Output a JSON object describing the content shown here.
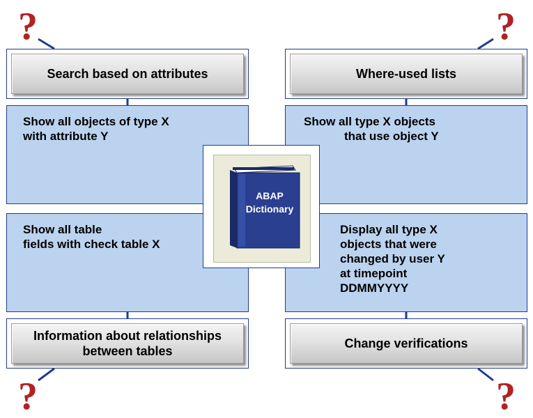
{
  "diagram": {
    "top_left": {
      "header": "Search based on attributes",
      "body": [
        "Show all objects of type X",
        "with attribute Y"
      ]
    },
    "top_right": {
      "header": "Where-used lists",
      "body": [
        "Show all type X objects",
        "that use object Y"
      ]
    },
    "bottom_left": {
      "header_lines": [
        "Information about relationships",
        "between tables"
      ],
      "body": [
        "Show all table",
        "fields with check table X"
      ]
    },
    "bottom_right": {
      "header": "Change verifications",
      "body": [
        "Display all type X",
        "objects that were",
        "changed by user Y",
        "at timepoint",
        "DDMMYYYY"
      ]
    },
    "center": {
      "book_lines": [
        "ABAP",
        "Dictionary"
      ]
    },
    "question_mark": "?"
  },
  "colors": {
    "body_fill": "#bcd3ef",
    "border": "#1f3c8c",
    "book": "#2a3f8f",
    "question_mark": "#b22222",
    "arrow": "#1f3c8c"
  }
}
